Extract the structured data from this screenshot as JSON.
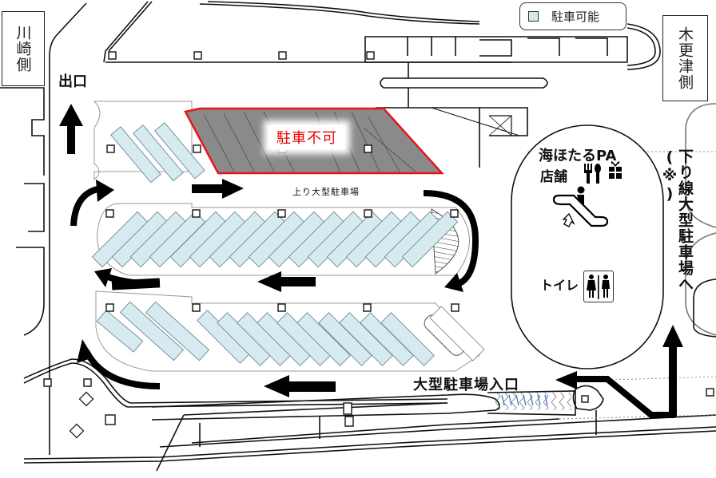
{
  "legend": {
    "swatch_color": "#d6eaf0",
    "label": "駐車可能"
  },
  "directions": {
    "kawasaki_side": "川崎側",
    "kisarazu_side": "木更津側"
  },
  "labels": {
    "exit": "出口",
    "no_parking": "駐車不可",
    "upbound_large_parking": "上り大型駐車場",
    "large_parking_entrance": "大型駐車場入口",
    "downbound_large_parking": "下り線大型駐車場へ(※)"
  },
  "facility": {
    "name": "海ほたるPA",
    "shops_label": "店舗",
    "shops_icons": [
      "restaurant-icon",
      "gift-icon"
    ],
    "escalator_icon": "escalator-icon",
    "toilet_label": "トイレ",
    "toilet_icon": "restroom-icon"
  },
  "colors": {
    "parking_stall": "#d6eaf0",
    "no_parking_fill": "#8a8a8a",
    "no_parking_border": "#e8141b",
    "no_parking_text": "#e8141b",
    "arrows": "#000000",
    "lane_marks": "#3a7fd5"
  }
}
